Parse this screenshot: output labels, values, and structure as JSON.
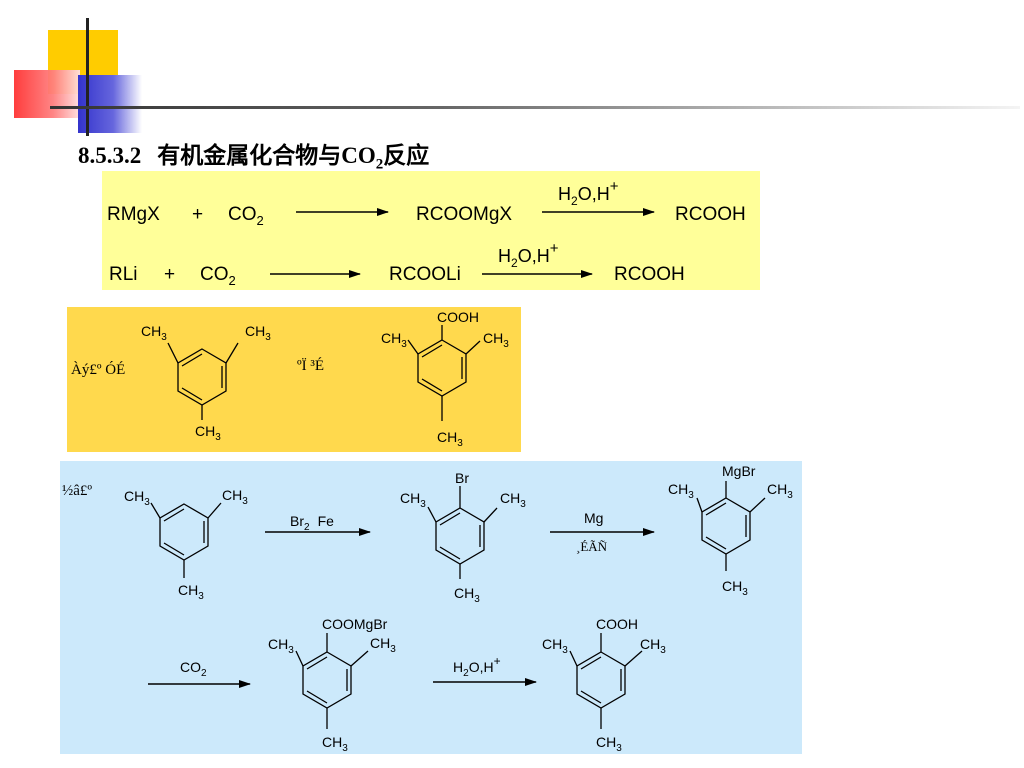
{
  "title": {
    "number": "8.5.3.2",
    "prefix": "有机金属化合物与CO",
    "sub": "2",
    "suffix": "反应"
  },
  "reactions": {
    "row1": {
      "reactant": "RMgX",
      "plus": "+",
      "co": "CO",
      "sub": "2",
      "intermediate": "RCOOMgX",
      "reagent_h": "H",
      "reagent_sub": "2",
      "reagent_rest": "O,H",
      "reagent_sup": "+",
      "product": "RCOOH"
    },
    "row2": {
      "reactant": "RLi",
      "plus": "+",
      "co": "CO",
      "sub": "2",
      "intermediate": "RCOOLi",
      "reagent_h": "H",
      "reagent_sub": "2",
      "reagent_rest": "O,H",
      "reagent_sup": "+",
      "product": "RCOOH"
    }
  },
  "orange": {
    "left_label": "Àý£º ÓÉ",
    "mid_label": "ºÏ ³É",
    "mol1": {
      "tl": "CH",
      "tr": "CH",
      "bot": "CH",
      "sub": "3"
    },
    "mol2": {
      "top": "COOH",
      "tl": "CH",
      "tr": "CH",
      "bot": "CH",
      "sub": "3"
    }
  },
  "blue": {
    "label": "½â£º",
    "step1_reagent": "Br",
    "step1_sub": "2",
    "step1_fe": "Fe",
    "step2_reagent": "Mg",
    "step2_solvent": "¸ÉÃÑ",
    "step3_reagent": "CO",
    "step3_sub": "2",
    "step4_h": "H",
    "step4_sub": "2",
    "step4_rest": "O,H",
    "step4_sup": "+",
    "m1": {
      "tl": "CH",
      "tr": "CH",
      "bot": "CH",
      "sub": "3"
    },
    "m2": {
      "top": "Br",
      "tl": "CH",
      "tr": "CH",
      "bot": "CH",
      "sub": "3"
    },
    "m3": {
      "top": "MgBr",
      "tl": "CH",
      "tr": "CH",
      "bot": "CH",
      "sub": "3"
    },
    "m4": {
      "top": "COOMgBr",
      "tl": "CH",
      "tr": "CH",
      "bot": "CH",
      "sub": "3"
    },
    "m5": {
      "top": "COOH",
      "tl": "CH",
      "tr": "CH",
      "bot": "CH",
      "sub": "3"
    }
  }
}
